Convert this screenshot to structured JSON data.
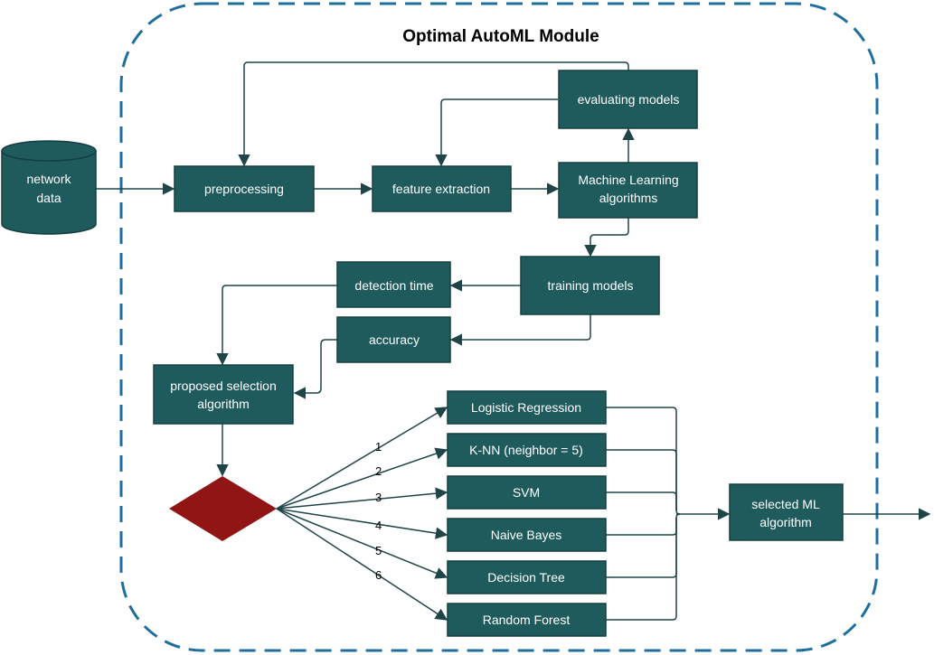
{
  "module_title": "Optimal AutoML Module",
  "source": {
    "line1": "network",
    "line2": "data"
  },
  "steps": {
    "preprocessing": "preprocessing",
    "feature_extraction": "feature extraction",
    "ml_algorithms": {
      "line1": "Machine Learning",
      "line2": "algorithms"
    },
    "evaluating_models": "evaluating models",
    "training_models": "training models",
    "detection_time": "detection time",
    "accuracy": "accuracy",
    "proposed_selection": {
      "line1": "proposed selection",
      "line2": "algorithm"
    },
    "selected_ml": {
      "line1": "selected ML",
      "line2": "algorithm"
    }
  },
  "algorithms": [
    {
      "num": "1",
      "label": "Logistic Regression"
    },
    {
      "num": "2",
      "label": "K-NN (neighbor = 5)"
    },
    {
      "num": "3",
      "label": "SVM"
    },
    {
      "num": "4",
      "label": "Naive Bayes"
    },
    {
      "num": "5",
      "label": "Decision Tree"
    },
    {
      "num": "6",
      "label": "Random Forest"
    }
  ],
  "colors": {
    "box_fill": "#1f5a5c",
    "box_stroke": "#153f40",
    "line": "#1f4548",
    "dashed_border": "#1f6f9e",
    "diamond": "#921515"
  }
}
